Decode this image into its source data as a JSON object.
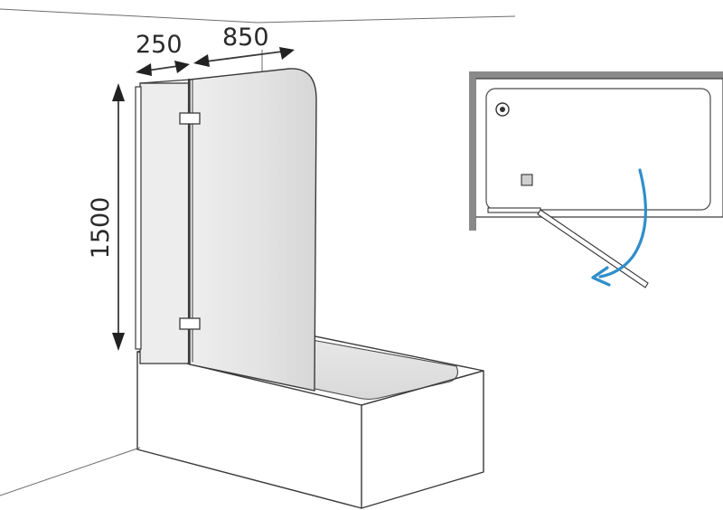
{
  "dimensions": {
    "fixed_panel_width": "250",
    "door_width": "850",
    "height": "1500"
  },
  "colors": {
    "line": "#3a3a3a",
    "glass": "#e4e4e4",
    "glass_dark": "#cfcfcf",
    "wall_plan": "#8a8a8a",
    "swing_arrow": "#2f8ecb"
  },
  "icons": {
    "swing_direction": "curved-arrow-icon",
    "dimension_arrows": "double-arrow-icon"
  }
}
